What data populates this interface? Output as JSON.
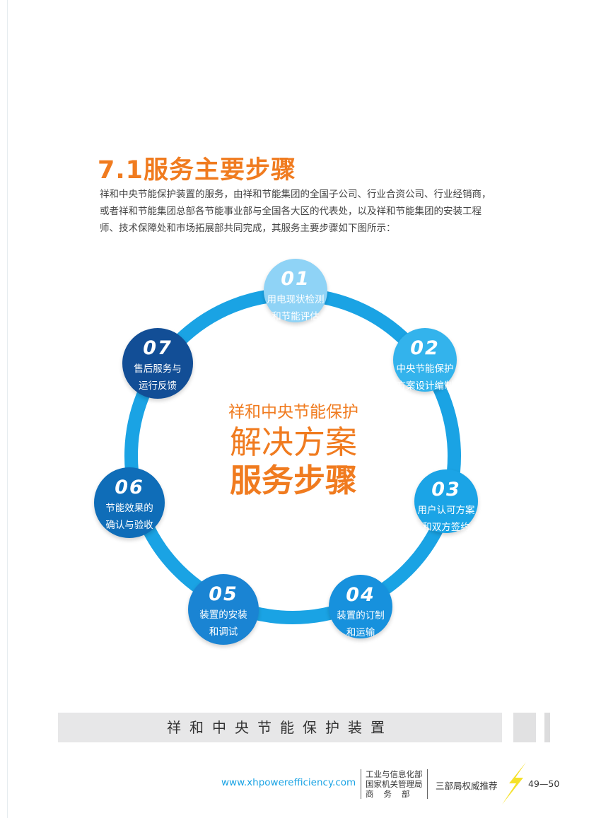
{
  "section": {
    "heading": "7.1服务主要步骤",
    "intro_lines": [
      "祥和中央节能保护装置的服务，由祥和节能集团的全国子公司、行业合资公司、行业经销商，",
      "或者祥和节能集团总部各节能事业部与全国各大区的代表处，以及祥和节能集团的安装工程",
      "师、技术保障处和市场拓展部共同完成，其服务主要步骤如下图所示："
    ]
  },
  "diagram": {
    "center": {
      "line1": "祥和中央节能保护",
      "line2": "解决方案",
      "line3": "服务步骤"
    },
    "steps": [
      {
        "num": "01",
        "line1": "用电现状检测",
        "line2": "和节能评估",
        "color": "#8fd3f6"
      },
      {
        "num": "02",
        "line1": "中央节能保护",
        "line2": "方案设计编制",
        "color": "#33b3ec"
      },
      {
        "num": "03",
        "line1": "用户认可方案",
        "line2": "和双方签约",
        "color": "#1ba4e6"
      },
      {
        "num": "04",
        "line1": "装置的订制",
        "line2": "和运输",
        "color": "#1791dd"
      },
      {
        "num": "05",
        "line1": "装置的安装",
        "line2": "和调试",
        "color": "#1a84d3"
      },
      {
        "num": "06",
        "line1": "节能效果的",
        "line2": "确认与验收",
        "color": "#0f6db8"
      },
      {
        "num": "07",
        "line1": "售后服务与",
        "line2": "运行反馈",
        "color": "#124e96"
      }
    ],
    "ring_color": "#1aa3e4",
    "accent_color": "#f07b1f"
  },
  "footer": {
    "title": "祥和中央节能保护装置",
    "website": "www.xhpowerefficiency.com",
    "ministries": [
      "工业与信息化部",
      "国家机关管理局",
      "商务部"
    ],
    "endorsement": "三部局权威推荐",
    "pages": "49—50",
    "bolt_icon": "lightning-bolt-icon"
  }
}
